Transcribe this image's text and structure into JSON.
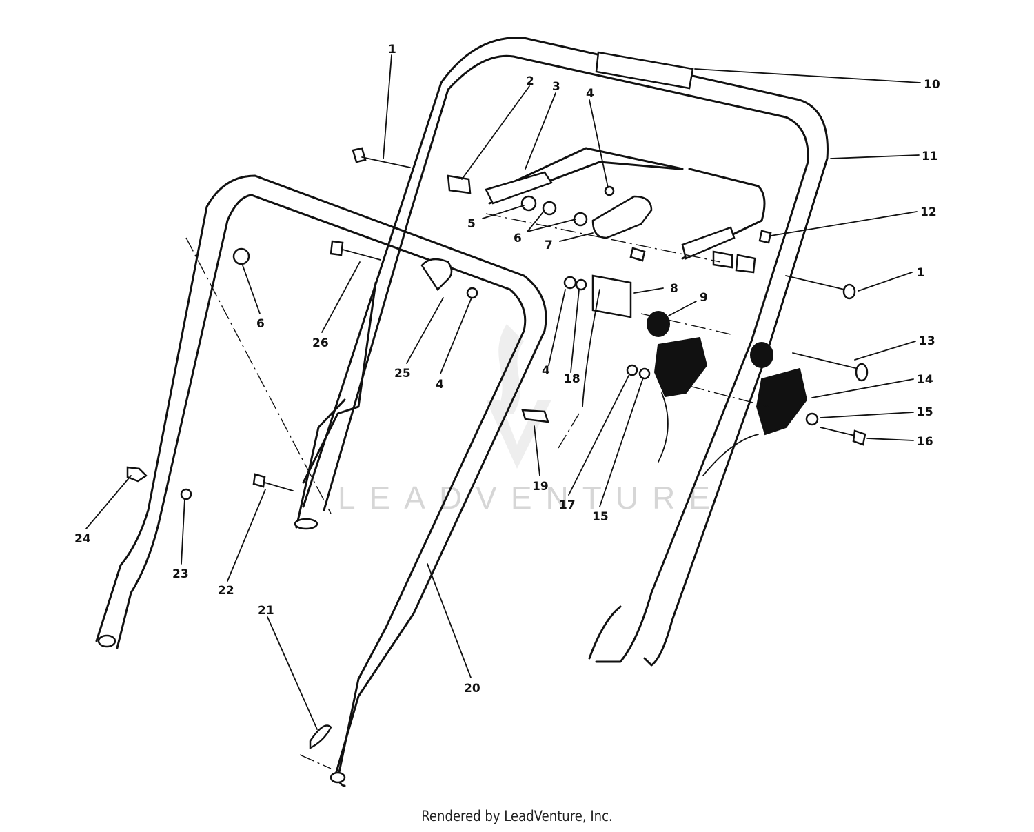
{
  "watermark": "LEADVENTURE",
  "footer": "Rendered by LeadVenture, Inc.",
  "callouts": [
    {
      "id": "c1a",
      "text": "1"
    },
    {
      "id": "c2",
      "text": "2"
    },
    {
      "id": "c3",
      "text": "3"
    },
    {
      "id": "c4a",
      "text": "4"
    },
    {
      "id": "c10",
      "text": "10"
    },
    {
      "id": "c11",
      "text": "11"
    },
    {
      "id": "c12",
      "text": "12"
    },
    {
      "id": "c5",
      "text": "5"
    },
    {
      "id": "c6a",
      "text": "6"
    },
    {
      "id": "c7",
      "text": "7"
    },
    {
      "id": "c1b",
      "text": "1"
    },
    {
      "id": "c8",
      "text": "8"
    },
    {
      "id": "c9",
      "text": "9"
    },
    {
      "id": "c13",
      "text": "13"
    },
    {
      "id": "c14",
      "text": "14"
    },
    {
      "id": "c15a",
      "text": "15"
    },
    {
      "id": "c16",
      "text": "16"
    },
    {
      "id": "c6b",
      "text": "6"
    },
    {
      "id": "c26",
      "text": "26"
    },
    {
      "id": "c25",
      "text": "25"
    },
    {
      "id": "c4b",
      "text": "4"
    },
    {
      "id": "c4c",
      "text": "4"
    },
    {
      "id": "c18",
      "text": "18"
    },
    {
      "id": "c19",
      "text": "19"
    },
    {
      "id": "c17",
      "text": "17"
    },
    {
      "id": "c15b",
      "text": "15"
    },
    {
      "id": "c24",
      "text": "24"
    },
    {
      "id": "c23",
      "text": "23"
    },
    {
      "id": "c22",
      "text": "22"
    },
    {
      "id": "c21",
      "text": "21"
    },
    {
      "id": "c20",
      "text": "20"
    }
  ]
}
